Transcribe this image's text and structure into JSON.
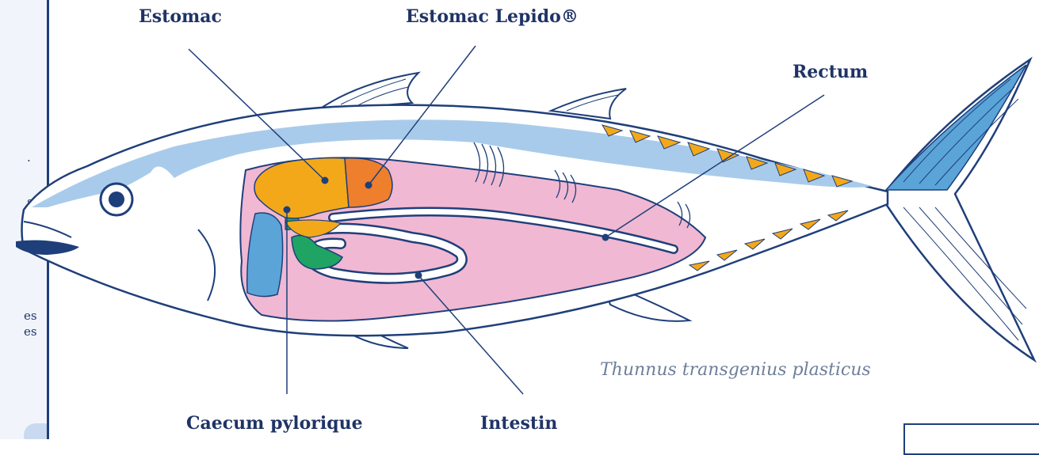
{
  "sidebar": {
    "fragments": [
      ".",
      "s",
      "es",
      "es"
    ]
  },
  "labels": {
    "estomac": "Estomac",
    "estomac_lepido": "Estomac Lepido®",
    "rectum": "Rectum",
    "caecum": "Caecum pylorique",
    "intestin": "Intestin"
  },
  "species": "Thunnus transgenius plasticus",
  "colors": {
    "outline": "#1f3f7a",
    "back_stripe": "#a9cbeb",
    "body_cavity": "#f0b8d2",
    "estomac": "#f3a81a",
    "estomac_lepido": "#ee7f2c",
    "caecum": "#1fa463",
    "liver": "#5aa4d8",
    "finlets": "#f3a81a"
  }
}
